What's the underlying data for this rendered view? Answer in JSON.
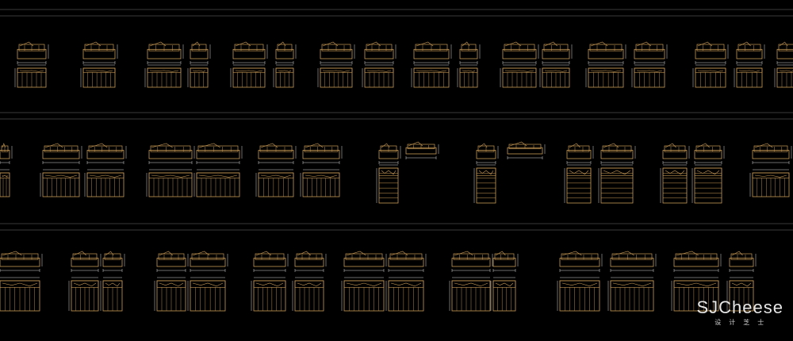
{
  "colors": {
    "background": "#000000",
    "frame": "#3a3a3a",
    "drawing": "#c89a55",
    "dimension": "#d9d9d9",
    "watermark": "#e6e6e6"
  },
  "watermark": {
    "brand": "SJCheese",
    "subtitle": "设计芝士"
  },
  "drawing": {
    "kind": "cad-sofa-plan-blocks",
    "rows": 3
  }
}
